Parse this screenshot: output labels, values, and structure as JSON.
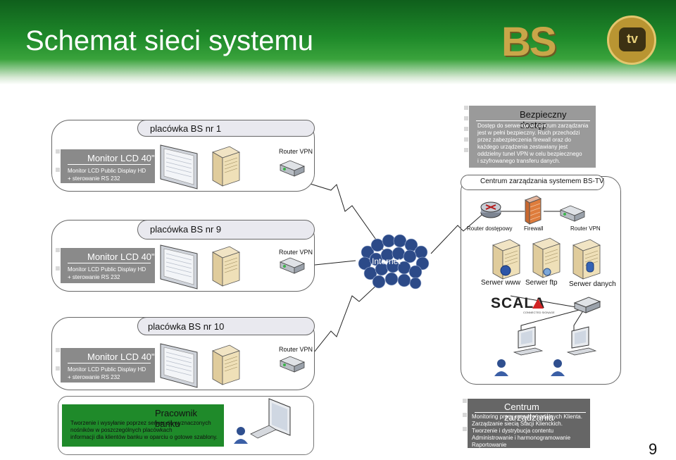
{
  "slide": {
    "title": "Schemat sieci systemu",
    "page_number": "9",
    "logo_text": "BS",
    "logo_badge": "tv"
  },
  "branches": [
    {
      "name": "placówka BS nr 1",
      "monitor_title": "Monitor LCD 40\"",
      "monitor_desc_1": "Monitor LCD Public Display HD",
      "monitor_desc_2": "+ sterowanie RS 232",
      "router_label": "Router VPN"
    },
    {
      "name": "placówka BS nr 9",
      "monitor_title": "Monitor LCD 40\"",
      "monitor_desc_1": "Monitor LCD Public Display HD",
      "monitor_desc_2": "+ sterowanie RS 232",
      "router_label": "Router VPN"
    },
    {
      "name": "placówka BS nr 10",
      "monitor_title": "Monitor LCD 40\"",
      "monitor_desc_1": "Monitor LCD Public Display HD",
      "monitor_desc_2": "+ sterowanie RS 232",
      "router_label": "Router VPN"
    }
  ],
  "internet_label": "Internet",
  "security": {
    "title": "Bezpieczny dostęp",
    "text": [
      "Dostęp do serwerów w centrum zarządzania",
      "jest w pełni bezpieczny. Ruch przechodzi",
      "przez zabezpieczenia firewall oraz do",
      "każdego urządzenia zestawiany jest",
      "oddzielny tunel VPN w celu bezpiecznego",
      "i szyfrowanego transferu danych."
    ]
  },
  "center": {
    "title": "Centrum zarządzania systemem BS-TV",
    "devices": [
      "Router dostępowy",
      "Firewall",
      "Router VPN"
    ],
    "servers": [
      "Serwer www",
      "Serwer ftp",
      "Serwer danych"
    ],
    "brand": "SCALA",
    "brand_sub": "CONNECTED SIGNAGE"
  },
  "employee": {
    "title": "Pracownik banku",
    "text": [
      "Tworzenie i wysyłanie poprzez serwer do wyznaczonych",
      "nośników w poszczególnych placówkach",
      "informacji dla klientów banku w oparciu o gotowe szablony."
    ]
  },
  "management": {
    "title": "Centrum zarządzania",
    "text": [
      "Monitoring pracy urządzeń zdalnych Klienta.",
      "Zarządzanie siecią Stacji Klienckich.",
      "Tworzenie i dystrybucja contentu",
      "Administrowanie i harmonogramowanie",
      "Raportowanie"
    ]
  }
}
